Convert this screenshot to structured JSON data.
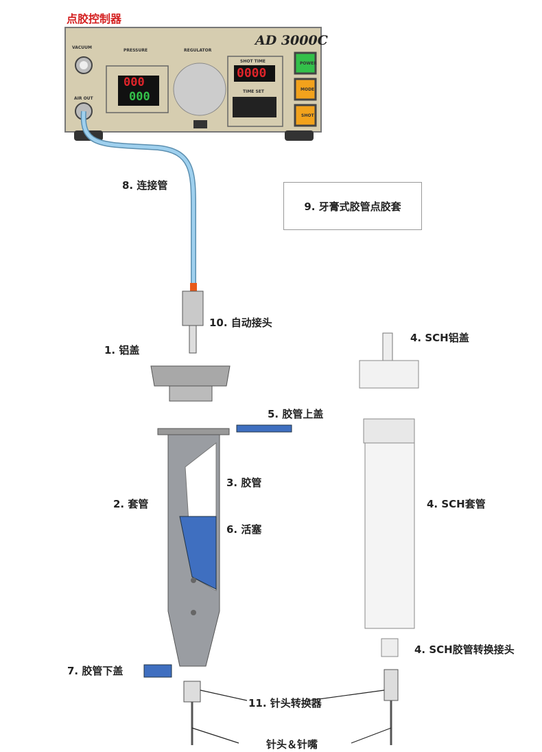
{
  "title": "点胶控制器",
  "controller": {
    "model": "AD 3000C",
    "vacuum": "VACUUM",
    "pressure": "PRESSURE",
    "regulator": "REGULATOR",
    "air_out": "AIR OUT",
    "shot_time": "SHOT TIME",
    "time_set": "TIME SET",
    "display_shot": "0000",
    "display_p1": "000",
    "display_p2": "000",
    "buttons": [
      "POWER",
      "MODE",
      "SHOT"
    ]
  },
  "labels": {
    "hose": "8. 连接管",
    "box": "9. 牙膏式胶管点胶套",
    "coupler": "10. 自动接头",
    "cap": "1. 铝盖",
    "sch_cap": "4. SCH铝盖",
    "tube_top_cap": "5. 胶管上盖",
    "tube": "3. 胶管",
    "sleeve": "2. 套管",
    "sch_sleeve": "4. SCH套管",
    "piston": "6. 活塞",
    "sch_adapter": "4. SCH胶管转换接头",
    "tube_bottom_cap": "7. 胶管下盖",
    "needle_adapter": "11. 针头转换器",
    "needle": "针头＆针嘴"
  },
  "colors": {
    "panel": "#d9cfb0",
    "red": "#e0242a",
    "green": "#33c04a",
    "blue": "#3f6fc0",
    "hose": "#8ec5e6"
  }
}
